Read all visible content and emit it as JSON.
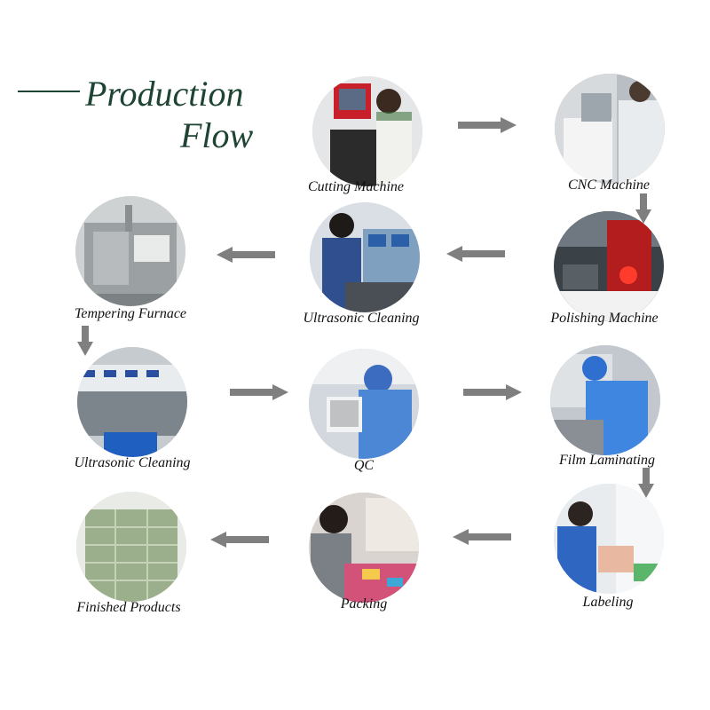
{
  "title": {
    "line1": "Production",
    "line2": "Flow"
  },
  "colors": {
    "title": "#1e4433",
    "arrow": "#7f7f7f"
  },
  "steps": [
    {
      "label": "Cutting Machine",
      "photo": "machine-operator-photo"
    },
    {
      "label": "CNC Machine",
      "photo": "cnc-machine-photo"
    },
    {
      "label": "Polishing Machine",
      "photo": "polishing-machine-photo"
    },
    {
      "label": "Ultrasonic Cleaning",
      "photo": "ultrasonic-cleaning-photo"
    },
    {
      "label": "Tempering Furnace",
      "photo": "tempering-furnace-photo"
    },
    {
      "label": "Ultrasonic Cleaning",
      "photo": "ultrasonic-tanks-photo"
    },
    {
      "label": "QC",
      "photo": "quality-control-photo"
    },
    {
      "label": "Film Laminating",
      "photo": "film-laminating-photo"
    },
    {
      "label": "Labeling",
      "photo": "labeling-photo"
    },
    {
      "label": "Packing",
      "photo": "packing-photo"
    },
    {
      "label": "Finished Products",
      "photo": "finished-products-photo"
    }
  ]
}
